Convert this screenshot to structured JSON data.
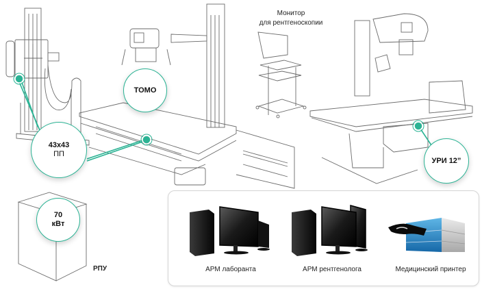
{
  "accent_color": "#2bb394",
  "callouts": {
    "detector": {
      "line1": "43x43",
      "line2": "ПП"
    },
    "tomo": {
      "line1": "TOMO"
    },
    "uri": {
      "line1": "УРИ 12”"
    },
    "power": {
      "line1": "70",
      "line2": "кВт"
    }
  },
  "labels": {
    "monitor_line1": "Монитор",
    "monitor_line2": "для рентгеноскопии",
    "generator": "РПУ"
  },
  "workstations": [
    {
      "label": "АРМ лаборанта",
      "icon": "computer-workstation-icon"
    },
    {
      "label": "АРМ рентгенолога",
      "icon": "computer-workstation-dual-icon"
    },
    {
      "label": "Медицинский принтер",
      "icon": "medical-printer-icon"
    }
  ]
}
